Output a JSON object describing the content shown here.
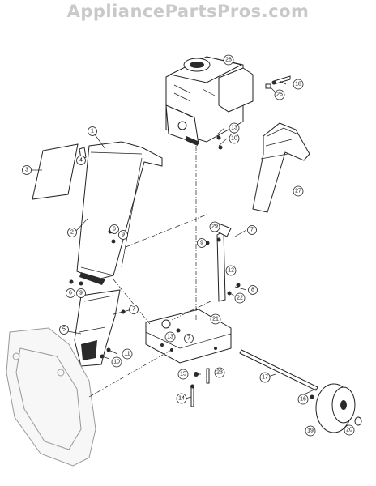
{
  "watermark": "AppliancePartsPros.com",
  "callouts": [
    {
      "id": "c1",
      "label": "1"
    },
    {
      "id": "c2",
      "label": "2"
    },
    {
      "id": "c3",
      "label": "3"
    },
    {
      "id": "c4",
      "label": "4"
    },
    {
      "id": "c5",
      "label": "5"
    },
    {
      "id": "c6a",
      "label": "6"
    },
    {
      "id": "c6b",
      "label": "6"
    },
    {
      "id": "c7a",
      "label": "7"
    },
    {
      "id": "c7b",
      "label": "7"
    },
    {
      "id": "c7c",
      "label": "7"
    },
    {
      "id": "c8",
      "label": "8"
    },
    {
      "id": "c9a",
      "label": "9"
    },
    {
      "id": "c9b",
      "label": "9"
    },
    {
      "id": "c9c",
      "label": "9"
    },
    {
      "id": "c10a",
      "label": "10"
    },
    {
      "id": "c10b",
      "label": "10"
    },
    {
      "id": "c11",
      "label": "11"
    },
    {
      "id": "c12",
      "label": "12"
    },
    {
      "id": "c13a",
      "label": "13"
    },
    {
      "id": "c13b",
      "label": "13"
    },
    {
      "id": "c14",
      "label": "14"
    },
    {
      "id": "c15",
      "label": "15"
    },
    {
      "id": "c16",
      "label": "16"
    },
    {
      "id": "c17",
      "label": "17"
    },
    {
      "id": "c18",
      "label": "18"
    },
    {
      "id": "c19",
      "label": "19"
    },
    {
      "id": "c20",
      "label": "20"
    },
    {
      "id": "c21",
      "label": "21"
    },
    {
      "id": "c22",
      "label": "22"
    },
    {
      "id": "c23",
      "label": "23"
    },
    {
      "id": "c26",
      "label": "26"
    },
    {
      "id": "c27",
      "label": "27"
    },
    {
      "id": "c28",
      "label": "28"
    },
    {
      "id": "c29",
      "label": "29"
    }
  ]
}
